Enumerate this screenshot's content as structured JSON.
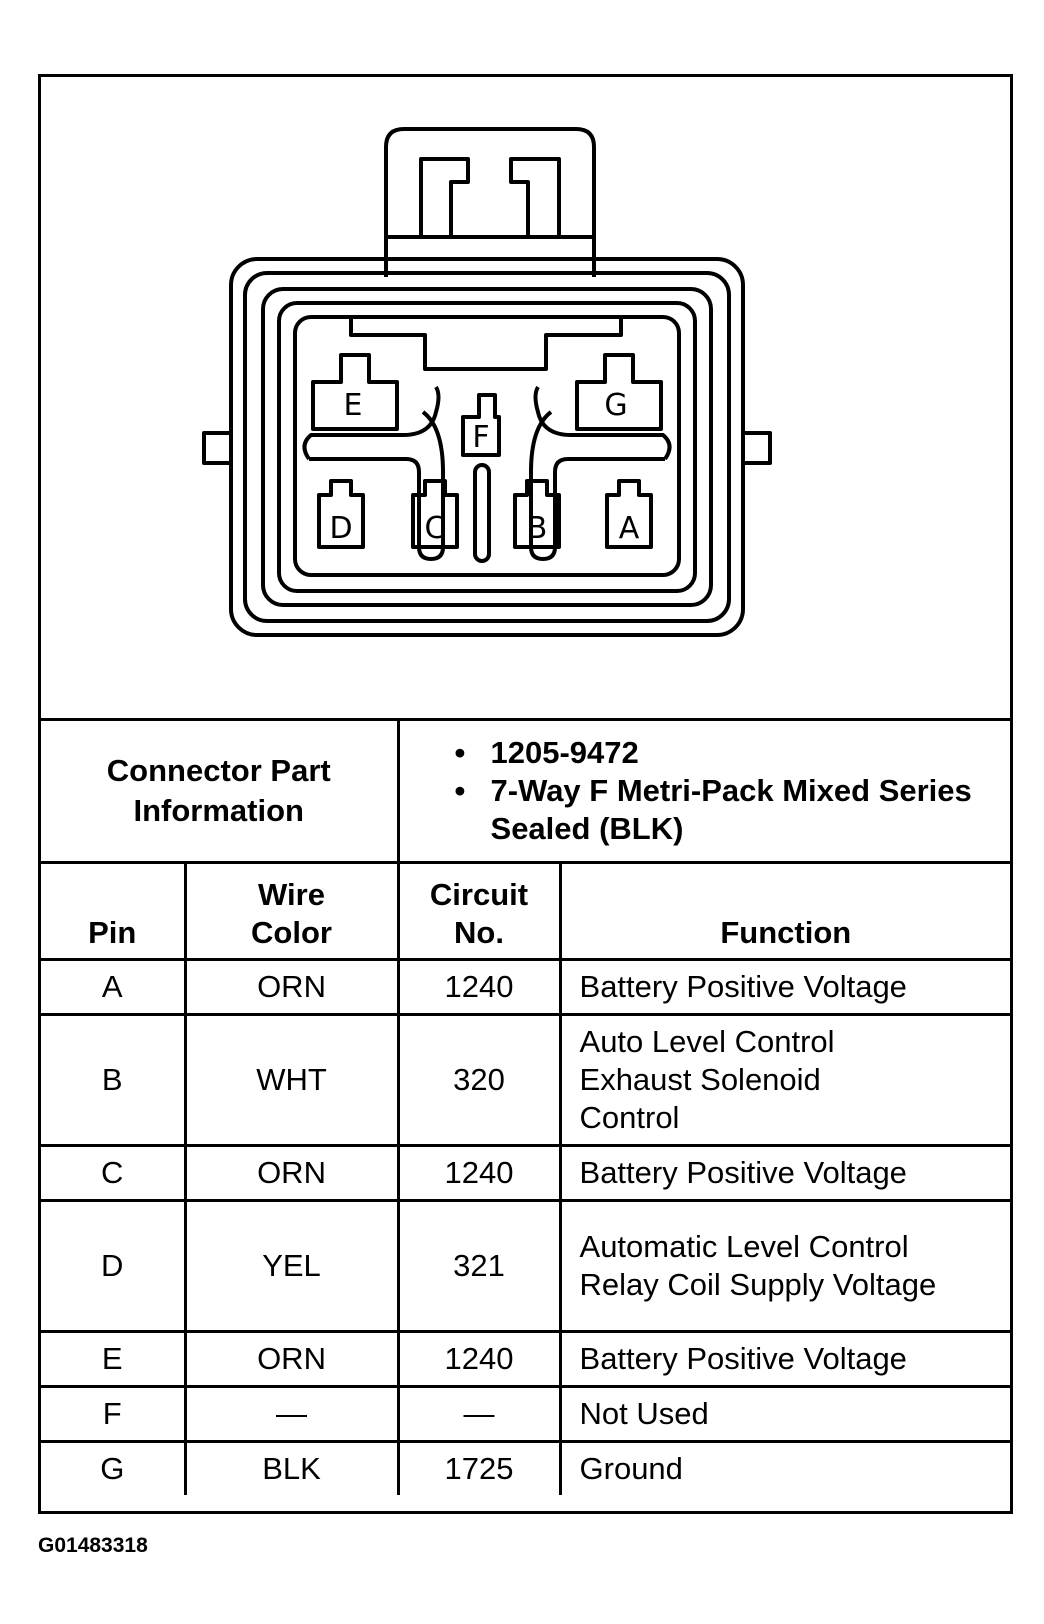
{
  "connector": {
    "pin_labels": [
      "E",
      "G",
      "F",
      "D",
      "C",
      "B",
      "A"
    ]
  },
  "info": {
    "label_line1": "Connector Part",
    "label_line2": "Information",
    "items": [
      "1205-9472",
      "7-Way F Metri-Pack Mixed Series Sealed (BLK)"
    ]
  },
  "table": {
    "headers": {
      "pin": "Pin",
      "wire_color_line1": "Wire",
      "wire_color_line2": "Color",
      "circuit_line1": "Circuit",
      "circuit_line2": "No.",
      "function": "Function"
    },
    "rows": [
      {
        "pin": "A",
        "wire": "ORN",
        "circuit": "1240",
        "function": "Battery Positive Voltage"
      },
      {
        "pin": "B",
        "wire": "WHT",
        "circuit": "320",
        "function": "Auto Level Control Exhaust Solenoid Control"
      },
      {
        "pin": "C",
        "wire": "ORN",
        "circuit": "1240",
        "function": "Battery Positive Voltage"
      },
      {
        "pin": "D",
        "wire": "YEL",
        "circuit": "321",
        "function": "Automatic Level Control Relay Coil Supply Voltage"
      },
      {
        "pin": "E",
        "wire": "ORN",
        "circuit": "1240",
        "function": "Battery Positive Voltage"
      },
      {
        "pin": "F",
        "wire": "—",
        "circuit": "—",
        "function": "Not Used"
      },
      {
        "pin": "G",
        "wire": "BLK",
        "circuit": "1725",
        "function": "Ground"
      }
    ]
  },
  "image_id": "G01483318"
}
